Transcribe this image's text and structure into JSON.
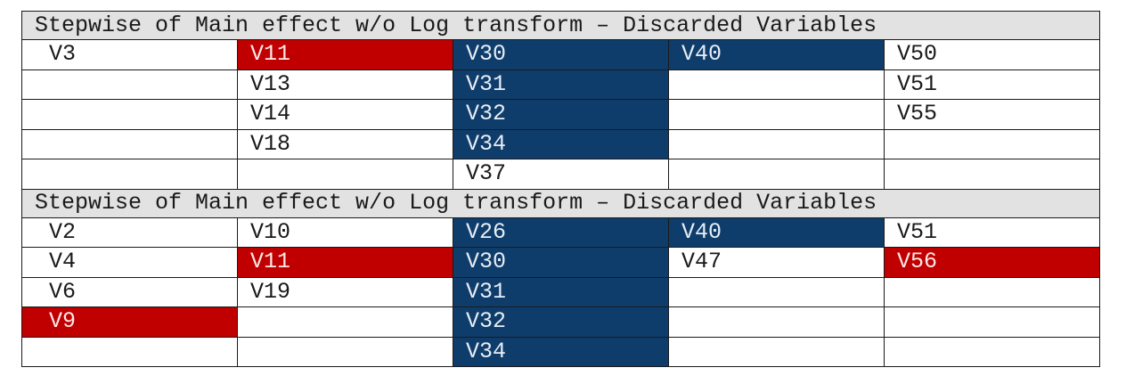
{
  "tables": [
    {
      "title": "Stepwise of Main effect w/o Log transform – Discarded Variables",
      "rows": [
        [
          "V3",
          "V11",
          "V30",
          "V40",
          "V50"
        ],
        [
          "",
          "V13",
          "V31",
          "",
          "V51"
        ],
        [
          "",
          "V14",
          "V32",
          "",
          "V55"
        ],
        [
          "",
          "V18",
          "V34",
          "",
          ""
        ],
        [
          "",
          "",
          "V37",
          "",
          ""
        ]
      ],
      "highlights": [
        [
          "",
          "red",
          "blue",
          "blue",
          ""
        ],
        [
          "",
          "",
          "blue",
          "",
          ""
        ],
        [
          "",
          "",
          "blue",
          "",
          ""
        ],
        [
          "",
          "",
          "blue",
          "",
          ""
        ],
        [
          "",
          "",
          "",
          "",
          ""
        ]
      ]
    },
    {
      "title": "Stepwise of Main effect w/o Log transform – Discarded Variables",
      "rows": [
        [
          "V2",
          "V10",
          "V26",
          "V40",
          "V51"
        ],
        [
          "V4",
          "V11",
          "V30",
          "V47",
          "V56"
        ],
        [
          "V6",
          "V19",
          "V31",
          "",
          ""
        ],
        [
          "V9",
          "",
          "V32",
          "",
          ""
        ],
        [
          "",
          "",
          "V34",
          "",
          ""
        ]
      ],
      "highlights": [
        [
          "",
          "",
          "blue",
          "blue",
          ""
        ],
        [
          "",
          "red",
          "blue",
          "",
          "red"
        ],
        [
          "",
          "",
          "blue",
          "",
          ""
        ],
        [
          "red",
          "",
          "blue",
          "",
          ""
        ],
        [
          "",
          "",
          "blue",
          "",
          ""
        ]
      ]
    }
  ],
  "colors": {
    "blue": "#0f3d6b",
    "red": "#c00000",
    "title_background": "#e2e2e2"
  }
}
